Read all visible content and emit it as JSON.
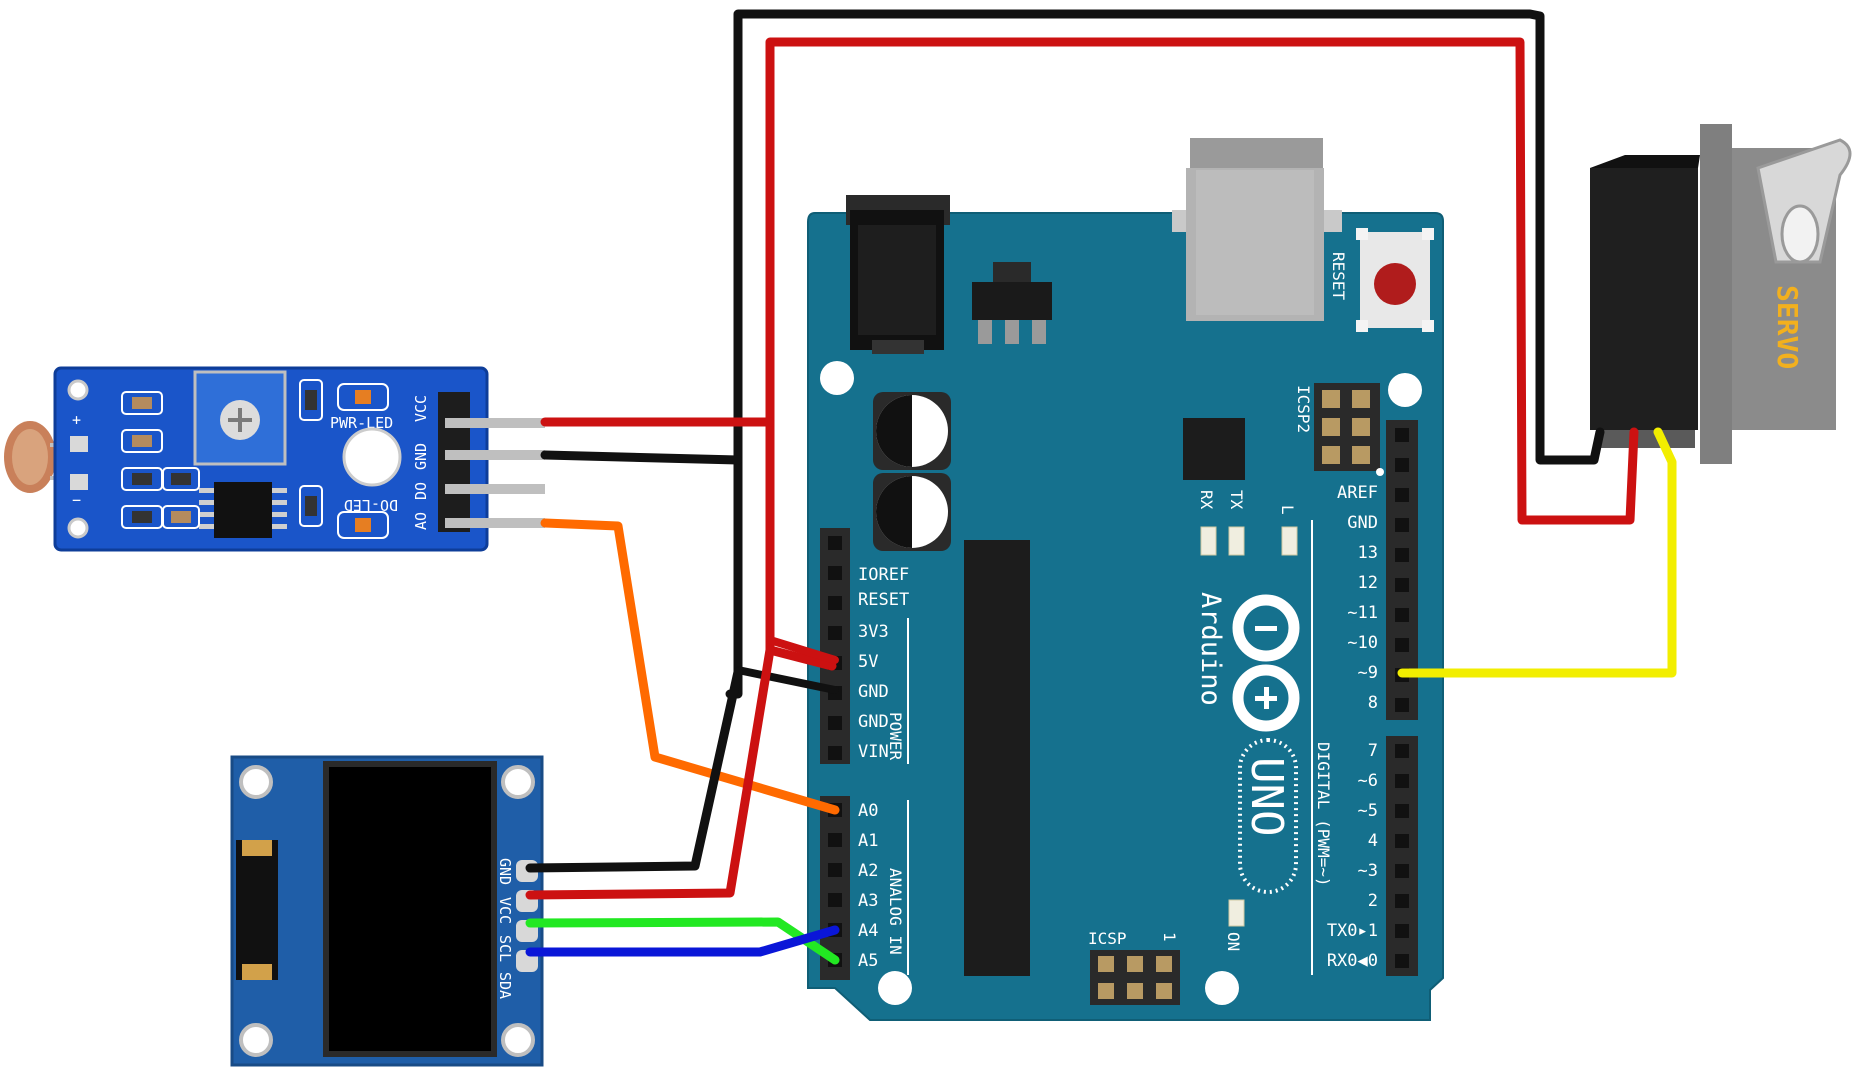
{
  "arduino": {
    "brand": "Arduino",
    "model": "UNO",
    "reset_label": "RESET",
    "icsp2_label": "ICSP2",
    "icsp_label": "ICSP",
    "icsp_pin1": "1",
    "on_label": "ON",
    "tx_label": "TX",
    "rx_label": "RX",
    "l_label": "L",
    "power_header_label": "POWER",
    "analog_header_label": "ANALOG IN",
    "digital_header_label": "DIGITAL (PWM=~)",
    "power_pins": [
      "IOREF",
      "RESET",
      "3V3",
      "5V",
      "GND",
      "GND",
      "VIN"
    ],
    "analog_pins": [
      "A0",
      "A1",
      "A2",
      "A3",
      "A4",
      "A5"
    ],
    "digital_top_pins": [
      "AREF",
      "GND",
      "13",
      "12",
      "~11",
      "~10",
      "~9",
      "8"
    ],
    "digital_bottom_pins": [
      "7",
      "~6",
      "~5",
      "4",
      "~3",
      "2",
      "TX0▸1",
      "RX0◀0"
    ]
  },
  "ldr_module": {
    "pin_labels": [
      "VCC",
      "GND",
      "DO",
      "AO"
    ],
    "pwr_led_label": "PWR-LED",
    "do_led_label": "DO-LED",
    "plus_label": "+",
    "minus_label": "−"
  },
  "oled": {
    "pin_labels": [
      "GND",
      "VCC",
      "SCL",
      "SDA"
    ]
  },
  "servo": {
    "label": "SERVO"
  },
  "wire_colors": {
    "red": "#cc1111",
    "black": "#111111",
    "orange": "#ff6a00",
    "yellow": "#f2ee00",
    "green": "#22e822",
    "blue": "#0a16d8"
  },
  "connections": [
    {
      "from": "LDR VCC",
      "to": "5V",
      "color": "red"
    },
    {
      "from": "LDR GND",
      "to": "GND",
      "color": "black"
    },
    {
      "from": "LDR AO",
      "to": "A0",
      "color": "orange"
    },
    {
      "from": "OLED GND",
      "to": "GND",
      "color": "black"
    },
    {
      "from": "OLED VCC",
      "to": "5V",
      "color": "red"
    },
    {
      "from": "OLED SCL",
      "to": "A5",
      "color": "green"
    },
    {
      "from": "OLED SDA",
      "to": "A4",
      "color": "blue"
    },
    {
      "from": "Servo GND",
      "to": "GND",
      "color": "black"
    },
    {
      "from": "Servo VCC",
      "to": "5V",
      "color": "red"
    },
    {
      "from": "Servo signal",
      "to": "~9",
      "color": "yellow"
    }
  ]
}
